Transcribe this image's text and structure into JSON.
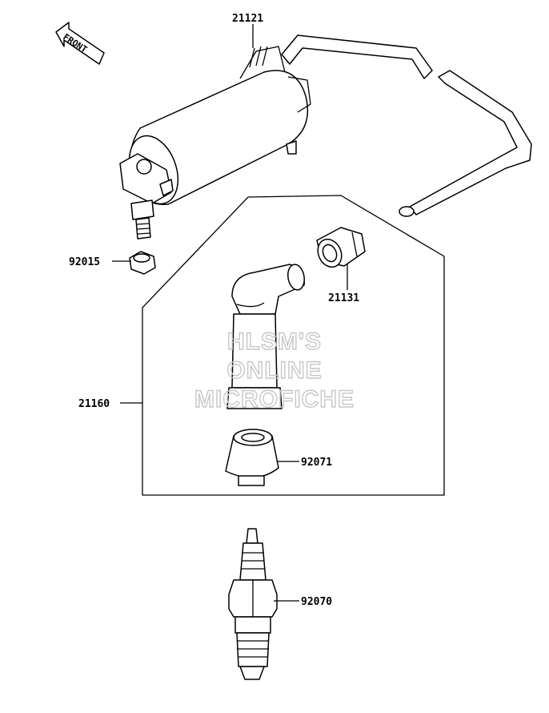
{
  "diagram": {
    "front_arrow_text": "FRONT",
    "watermark_lines": [
      "HLSM'S",
      "ONLINE",
      "MICROFICHE"
    ],
    "callouts": [
      {
        "id": "ignition-coil",
        "part_number": "21121"
      },
      {
        "id": "coil-nut",
        "part_number": "92015"
      },
      {
        "id": "lead-cap-joint",
        "part_number": "21131"
      },
      {
        "id": "plug-cap-assembly",
        "part_number": "21160"
      },
      {
        "id": "plug-cap-seal",
        "part_number": "92071"
      },
      {
        "id": "spark-plug",
        "part_number": "92070"
      }
    ]
  }
}
